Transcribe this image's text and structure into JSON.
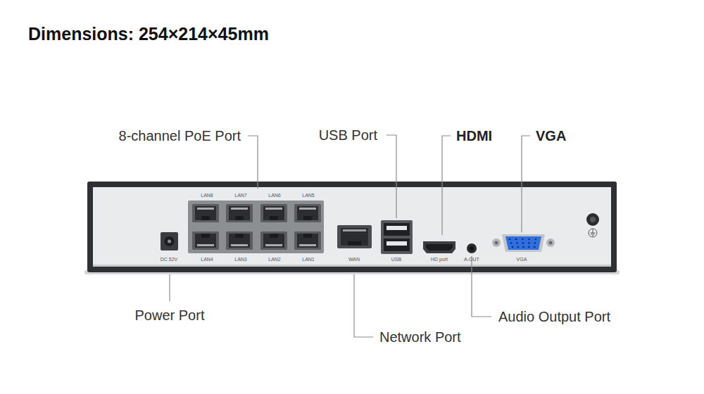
{
  "diagram": {
    "title": "Dimensions: 254×214×45mm",
    "labels": [
      "8-channel PoE Port",
      "USB Port",
      "HDMI",
      "VGA",
      "LAN8",
      "LAN7",
      "LAN6",
      "LAN5",
      "LAN4",
      "LAN3",
      "LAN2",
      "LAN1",
      "DC 52V",
      "WAN",
      "USB",
      "HD port",
      "A-OUT",
      "VGA",
      "Power Port",
      "Audio Output Port",
      "Network Port"
    ]
  }
}
